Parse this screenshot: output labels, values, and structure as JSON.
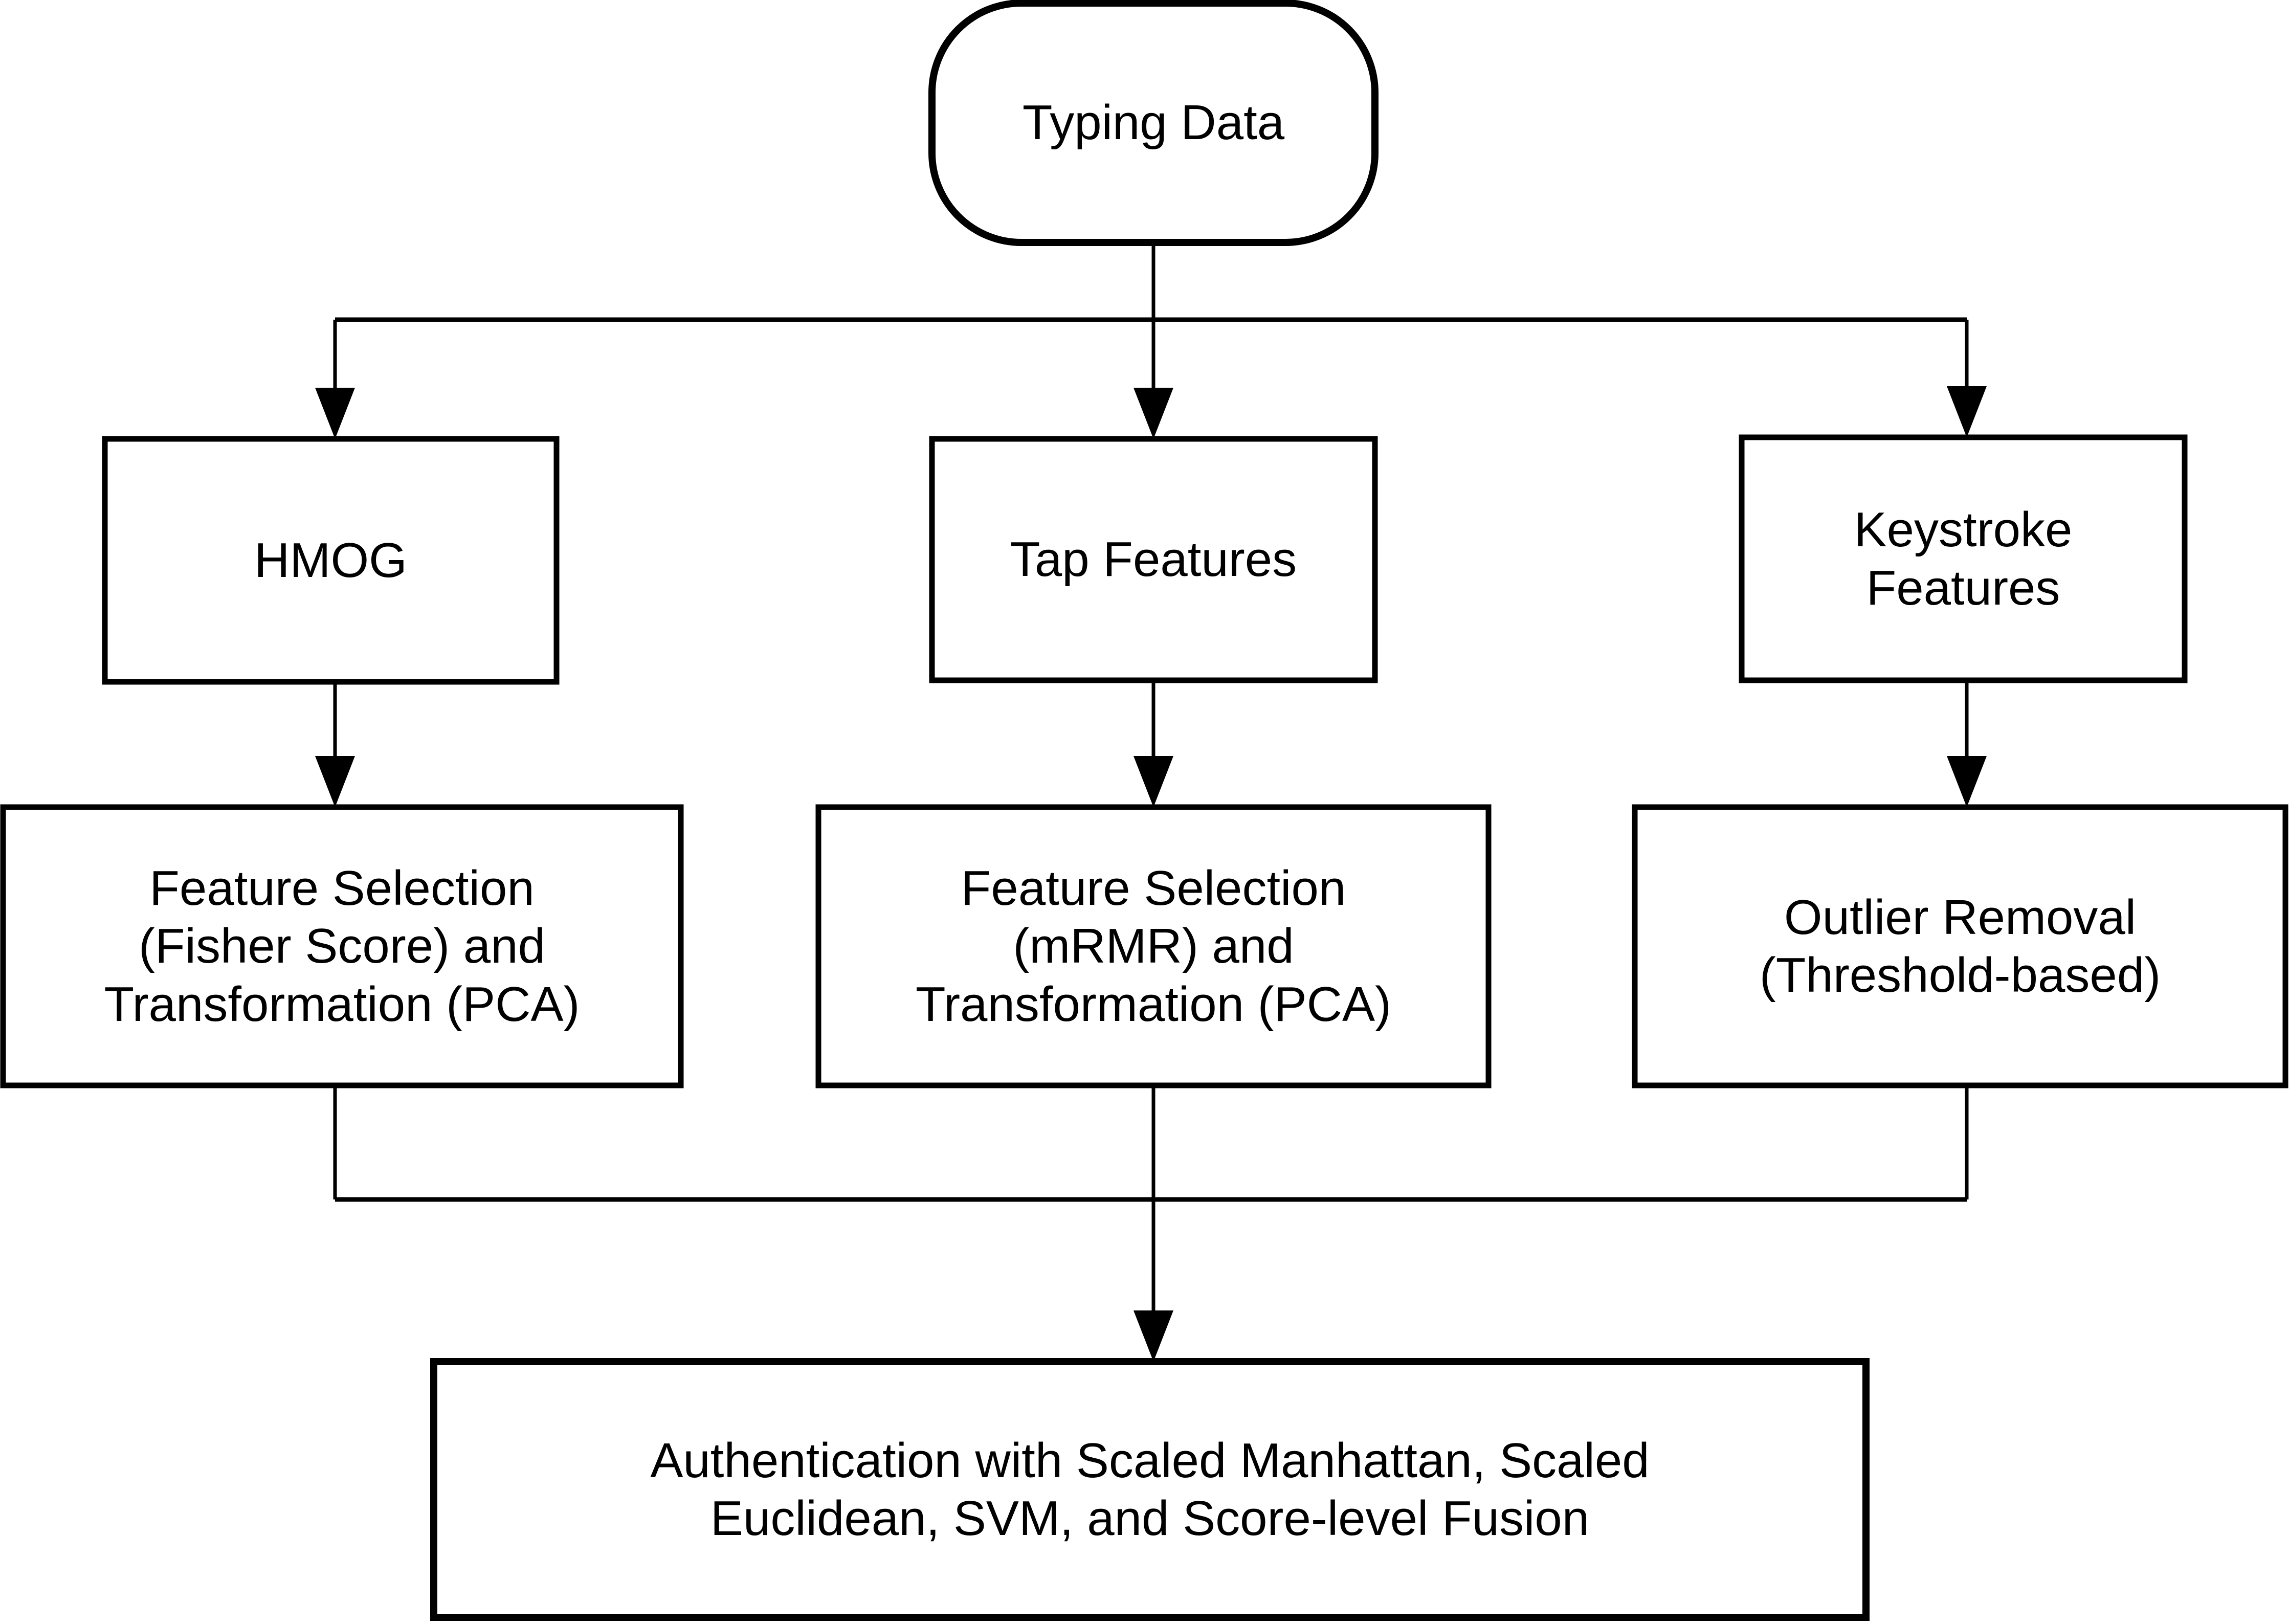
{
  "diagram": {
    "title": "Typing Data multimodal authentication pipeline",
    "stroke_color": "#000000",
    "fill_color": "#ffffff",
    "background_color": "#ffffff"
  },
  "nodes": {
    "source": {
      "id": "typing-data",
      "shape": "rounded-rectangle",
      "lines": [
        "Typing Data"
      ]
    },
    "modalities": [
      {
        "id": "hmog",
        "shape": "rectangle",
        "lines": [
          "HMOG"
        ]
      },
      {
        "id": "tap-features",
        "shape": "rectangle",
        "lines": [
          "Tap Features"
        ]
      },
      {
        "id": "keystroke-features",
        "shape": "rectangle",
        "lines": [
          "Keystroke",
          "Features"
        ]
      }
    ],
    "processing": [
      {
        "id": "feature-selection-fisher",
        "shape": "rectangle",
        "lines": [
          "Feature Selection",
          "(Fisher Score) and",
          "Transformation (PCA)"
        ]
      },
      {
        "id": "feature-selection-mrmr",
        "shape": "rectangle",
        "lines": [
          "Feature Selection",
          "(mRMR) and",
          "Transformation (PCA)"
        ]
      },
      {
        "id": "outlier-removal",
        "shape": "rectangle",
        "lines": [
          "Outlier Removal",
          "(Threshold-based)"
        ]
      }
    ],
    "sink": {
      "id": "authentication",
      "shape": "rectangle",
      "lines": [
        "Authentication with Scaled Manhattan, Scaled",
        "Euclidean, SVM, and Score-level Fusion"
      ]
    }
  },
  "edges": [
    {
      "id": "edge-source-to-hmog",
      "from": "typing-data",
      "to": "hmog",
      "style": "orthogonal",
      "arrow": "end"
    },
    {
      "id": "edge-source-to-tap",
      "from": "typing-data",
      "to": "tap-features",
      "style": "straight",
      "arrow": "end"
    },
    {
      "id": "edge-source-to-keystroke",
      "from": "typing-data",
      "to": "keystroke-features",
      "style": "orthogonal",
      "arrow": "end"
    },
    {
      "id": "edge-hmog-to-fisher",
      "from": "hmog",
      "to": "feature-selection-fisher",
      "style": "straight",
      "arrow": "end"
    },
    {
      "id": "edge-tap-to-mrmr",
      "from": "tap-features",
      "to": "feature-selection-mrmr",
      "style": "straight",
      "arrow": "end"
    },
    {
      "id": "edge-keystroke-to-outlier",
      "from": "keystroke-features",
      "to": "outlier-removal",
      "style": "straight",
      "arrow": "end"
    },
    {
      "id": "edge-fisher-to-auth",
      "from": "feature-selection-fisher",
      "to": "authentication",
      "style": "orthogonal",
      "arrow": "none"
    },
    {
      "id": "edge-mrmr-to-auth",
      "from": "feature-selection-mrmr",
      "to": "authentication",
      "style": "straight",
      "arrow": "end"
    },
    {
      "id": "edge-outlier-to-auth",
      "from": "outlier-removal",
      "to": "authentication",
      "style": "orthogonal",
      "arrow": "none"
    }
  ]
}
